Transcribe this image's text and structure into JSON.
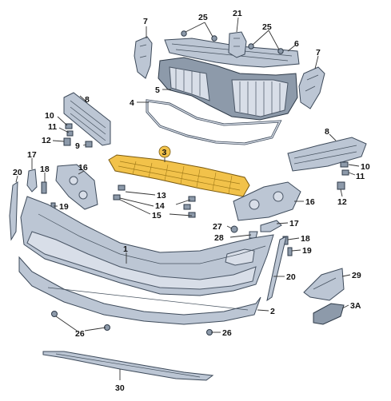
{
  "diagram": {
    "highlight_color": "#f2c24a",
    "part_color": "#bcc6d4",
    "labels": {
      "p1": "1",
      "p2": "2",
      "p3": "3",
      "p3a": "3A",
      "p4": "4",
      "p5": "5",
      "p6": "6",
      "p7a": "7",
      "p7b": "7",
      "p8a": "8",
      "p8b": "8",
      "p9": "9",
      "p10a": "10",
      "p10b": "10",
      "p11a": "11",
      "p11b": "11",
      "p12a": "12",
      "p12b": "12",
      "p13": "13",
      "p14": "14",
      "p15": "15",
      "p16a": "16",
      "p16b": "16",
      "p17a": "17",
      "p17b": "17",
      "p18a": "18",
      "p18b": "18",
      "p19a": "19",
      "p19b": "19",
      "p20a": "20",
      "p20b": "20",
      "p21": "21",
      "p25a": "25",
      "p25b": "25",
      "p26a": "26",
      "p26b": "26",
      "p27": "27",
      "p28": "28",
      "p29": "29",
      "p30": "30"
    }
  }
}
